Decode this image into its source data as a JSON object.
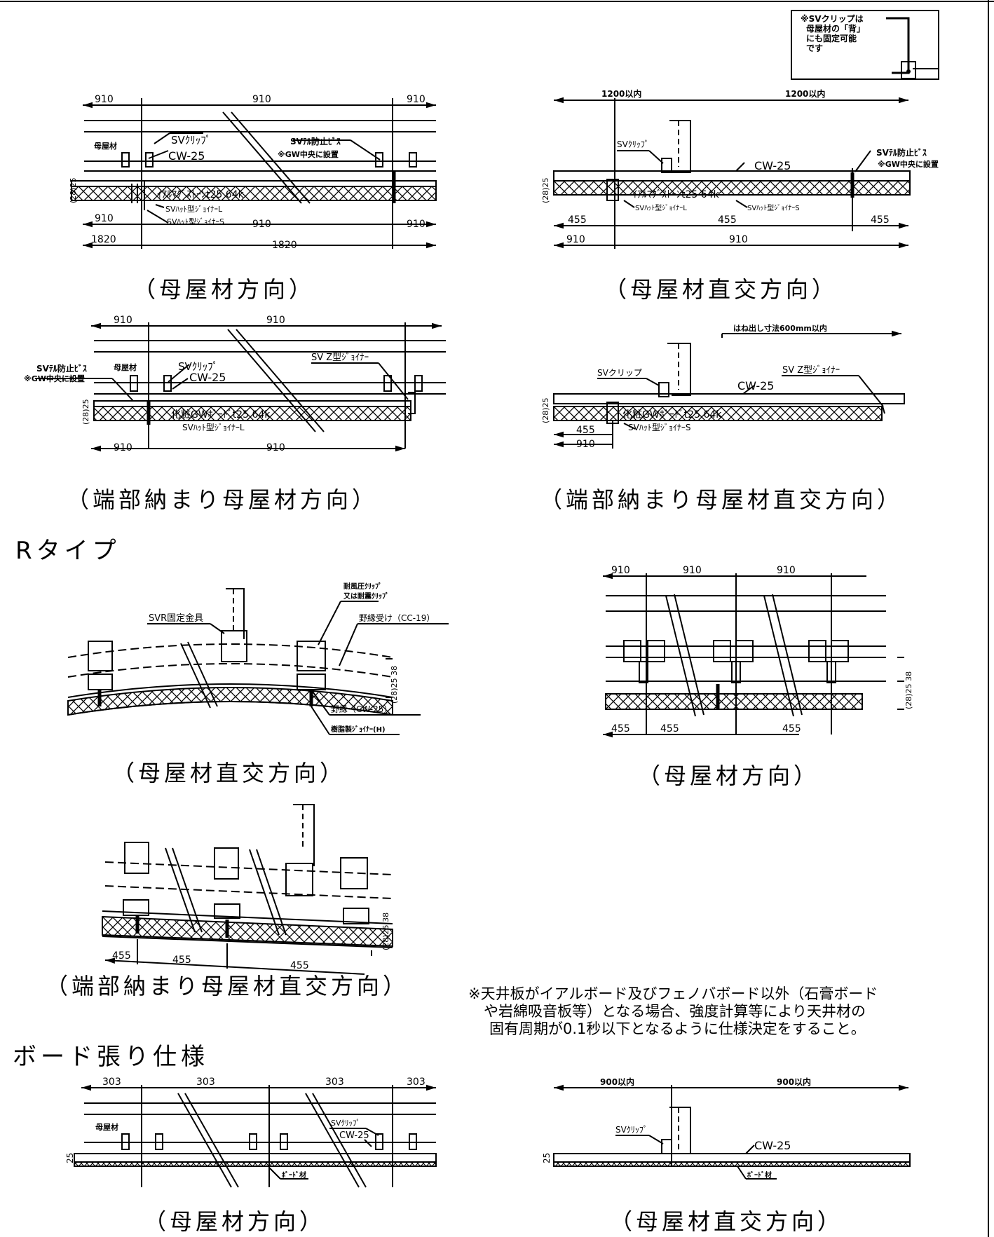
{
  "inset_note": [
    "※SVクリップは",
    "母屋材の「背」",
    "にも固定可能",
    "です"
  ],
  "section_r_type": "Rタイプ",
  "section_board": "ボード張り仕様",
  "note_board": [
    "※天井板がイアルボード及びフェノバボード以外（石膏ボード",
    "や岩綿吸音板等）となる場合、強度計算等により天井材の",
    "固有周期が0.1秒以下となるように仕様決定をすること。"
  ],
  "captions": {
    "c1": "（母屋材方向）",
    "c2": "（母屋材直交方向）",
    "c3": "（端部納まり母屋材方向）",
    "c4": "（端部納まり母屋材直交方向）",
    "c5": "（母屋材直交方向）",
    "c6": "（母屋材方向）",
    "c7": "（端部納まり母屋材直交方向）",
    "c8": "（母屋材方向）",
    "c9": "（母屋材直交方向）"
  },
  "d1": {
    "dim_top": [
      "910",
      "910",
      "910"
    ],
    "dim_b1": [
      "910",
      "910",
      "910"
    ],
    "dim_b2": [
      "1820",
      "1820"
    ],
    "lbl_moya": "母屋材",
    "lbl_clip": "SVｸﾘｯﾌﾟ",
    "lbl_cw": "CW-25",
    "lbl_stop1": "SVﾃﾙ防止ﾋﾞｽ",
    "lbl_stop2": "※GW中央に設置",
    "lbl_board": "ｲｱﾙﾏｸﾞｽﾄｰﾝt25 64k",
    "lbl_jl": "SVﾊｯﾄ型ｼﾞｮｲﾅｰL",
    "lbl_js": "SVﾊｯﾄ型ｼﾞｮｲﾅｰS",
    "lbl_thk": "(28)25"
  },
  "d2": {
    "dim_top": [
      "1200以内",
      "1200以内"
    ],
    "dim_b1": [
      "455",
      "455",
      "455"
    ],
    "dim_b2": [
      "910",
      "910"
    ],
    "lbl_clip": "SVｸﾘｯﾌﾟ",
    "lbl_cw": "CW-25",
    "lbl_stop1": "SVﾃﾙ防止ﾋﾞｽ",
    "lbl_stop2": "※GW中央に設置",
    "lbl_board": "ｲｱﾙﾏｸﾞｽﾄｰﾝt25 64k",
    "lbl_jl": "SVﾊｯﾄ型ｼﾞｮｲﾅｰL",
    "lbl_js": "SVﾊｯﾄ型ｼﾞｮｲﾅｰS",
    "lbl_thk": "(28)25"
  },
  "d3": {
    "dim_top": [
      "910",
      "910"
    ],
    "dim_b": [
      "910",
      "910"
    ],
    "lbl_stop1": "SVﾃﾙ防止ﾋﾞｽ",
    "lbl_stop2": "※GW中央に設置",
    "lbl_moya": "母屋材",
    "lbl_clip": "SVｸﾘｯﾌﾟ",
    "lbl_cw": "CW-25",
    "lbl_z": "SV Z型ｼﾞｮｲﾅｰ",
    "lbl_board": "化粧GWﾎﾞｰﾄﾞt25 64k",
    "lbl_jl": "SVﾊｯﾄ型ｼﾞｮｲﾅｰL",
    "lbl_thk": "(28)25"
  },
  "d4": {
    "lbl_top": "はね出し寸法600mm以内",
    "lbl_clip": "SVクリップ",
    "lbl_z": "SV Z型ｼﾞｮｲﾅｰ",
    "lbl_cw": "CW-25",
    "lbl_board": "化粧GWﾎﾞｰﾄﾞt25 64k",
    "lbl_js": "SVﾊｯﾄ型ｼﾞｮｲﾅｰS",
    "dim_455": "455",
    "dim_910": "910",
    "lbl_thk": "(28)25"
  },
  "d5": {
    "lbl_fix": "SVR固定金具",
    "lbl_wind1": "耐風圧ｸﾘｯﾌﾟ",
    "lbl_wind2": "又は耐震ｸﾘｯﾌﾟ",
    "lbl_cc": "野縁受け（CC-19）",
    "lbl_cw": "野縁（CW-25）",
    "lbl_jh": "樹脂製ｼﾞｮｲﾅｰ(H)",
    "lbl_thk": "(28)25 38"
  },
  "d6": {
    "dim_top": [
      "910",
      "910",
      "910"
    ],
    "dim_b": [
      "455",
      "455",
      "455"
    ],
    "lbl_thk": "(28)25 38"
  },
  "d7": {
    "dim_b": [
      "455",
      "455",
      "455"
    ],
    "lbl_thk": "(28)25 38"
  },
  "d8": {
    "dim_top": [
      "303",
      "303",
      "303",
      "303"
    ],
    "lbl_moya": "母屋材",
    "lbl_clip": "SVｸﾘｯﾌﾟ",
    "lbl_cw": "CW-25",
    "lbl_board": "ﾎﾞｰﾄﾞ材",
    "lbl_thk": "25"
  },
  "d9": {
    "dim_top": [
      "900以内",
      "900以内"
    ],
    "lbl_clip": "SVｸﾘｯﾌﾟ",
    "lbl_cw": "CW-25",
    "lbl_board": "ﾎﾞｰﾄﾞ材",
    "lbl_thk": "25"
  }
}
